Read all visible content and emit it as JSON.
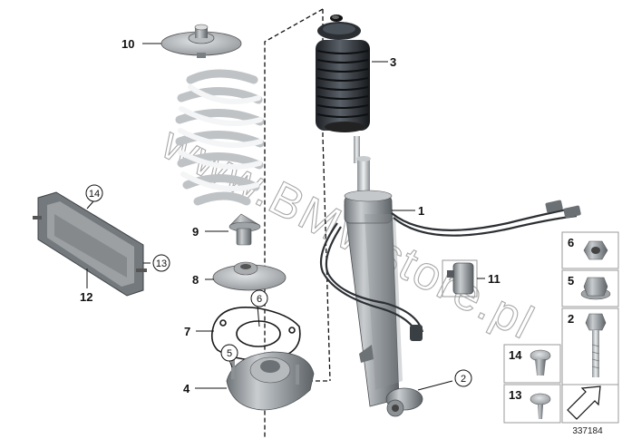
{
  "watermark": "www.BMWstore.pl",
  "diagram_id": "337184",
  "callouts": {
    "c1": "1",
    "c2": "2",
    "c3": "3",
    "c4": "4",
    "c5": "5",
    "c6": "6",
    "c7": "7",
    "c8": "8",
    "c9": "9",
    "c10": "10",
    "c11": "11",
    "c12": "12",
    "c13": "13",
    "c14": "14"
  },
  "hardware_panel": {
    "p6": "6",
    "p5": "5",
    "p2": "2",
    "p14": "14",
    "p13": "13"
  }
}
